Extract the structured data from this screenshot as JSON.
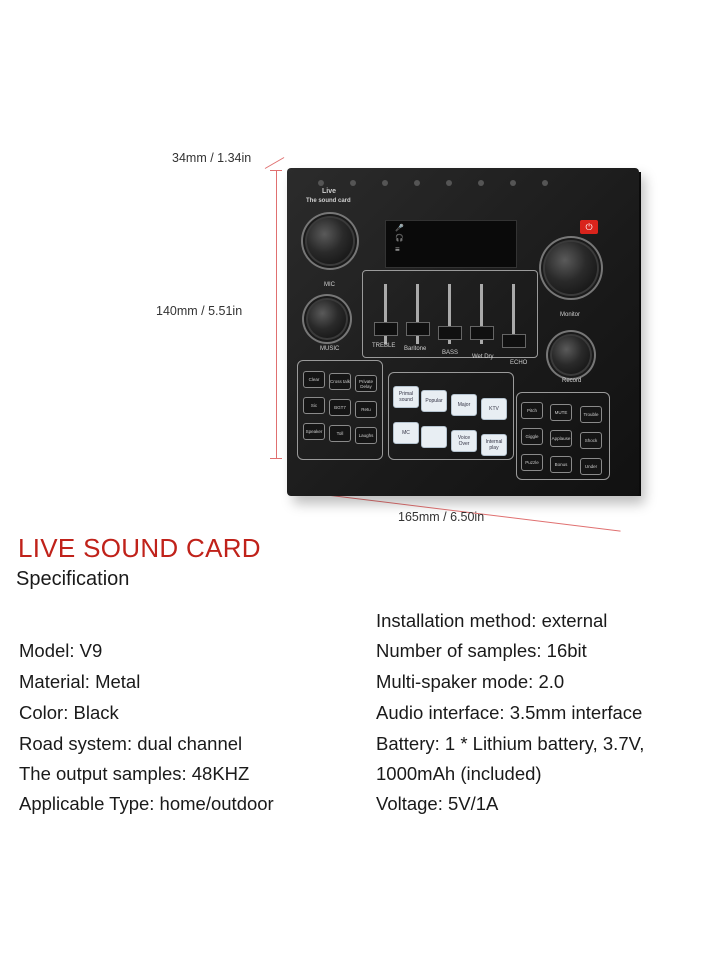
{
  "dimensions": {
    "depth": "34mm / 1.34in",
    "height": "140mm / 5.51in",
    "width": "165mm / 6.50in"
  },
  "device": {
    "brand_line1": "Live",
    "brand_line2": "The sound card",
    "knob_labels": {
      "mic": "MIC",
      "music": "MUSIC",
      "monitor": "Monitor",
      "record": "Record"
    },
    "slider_labels": [
      "TREBLE",
      "Baritone",
      "BASS",
      "Wet Dry",
      "ECHO"
    ],
    "left_keys": [
      "Clear",
      "Cross talk",
      "Private Delay",
      "Sic",
      "BGT7",
      "Retu",
      "Speaker",
      "Toll",
      "Laughs"
    ],
    "center_keys": [
      "Primal sound",
      "Popular",
      "Major",
      "KTV",
      "MC",
      "",
      "Voice Over",
      "Internal play"
    ],
    "right_keys": [
      "Pitch",
      "MUTE",
      "Trouble",
      "Giggle",
      "Applause",
      "Shock",
      "Puzzle",
      "Bonus",
      "Under"
    ]
  },
  "product": {
    "title": "LIVE SOUND CARD",
    "subtitle": "Specification"
  },
  "specs_left": [
    "Model: V9",
    "Material: Metal",
    "Color: Black",
    "Road system: dual channel",
    "The output samples: 48KHZ",
    "Applicable Type: home/outdoor"
  ],
  "specs_right": [
    "Installation method: external",
    "Number of samples: 16bit",
    "Multi-spaker mode: 2.0",
    "Audio interface: 3.5mm interface",
    "Battery: 1 * Lithium battery, 3.7V,",
    "1000mAh (included)",
    "Voltage: 5V/1A"
  ],
  "colors": {
    "title": "#c0221a",
    "power_button": "#d9241c",
    "dimension_line": "#e07070"
  }
}
